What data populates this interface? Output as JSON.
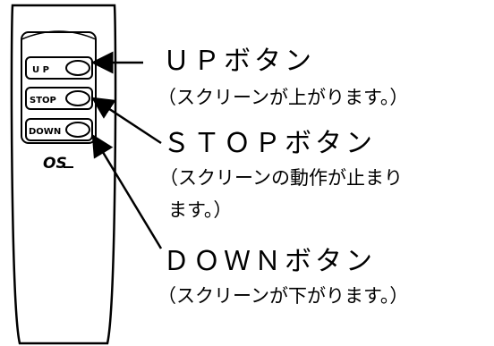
{
  "remote": {
    "brand_logo": "OS",
    "buttons": [
      {
        "key": "up",
        "label": "U P"
      },
      {
        "key": "stop",
        "label": "STOP"
      },
      {
        "key": "down",
        "label": "DOWN"
      }
    ]
  },
  "callouts": {
    "up": {
      "title": "ＵＰボタン",
      "desc": "（スクリーンが上がります。）"
    },
    "stop": {
      "title": "ＳＴＯＰボタン",
      "desc_line1": "（スクリーンの動作が止まり",
      "desc_line2": "ます。）"
    },
    "down": {
      "title": "ＤＯＷＮボタン",
      "desc": "（スクリーンが下がります。）"
    }
  },
  "colors": {
    "line": "#000000",
    "background": "#ffffff"
  }
}
